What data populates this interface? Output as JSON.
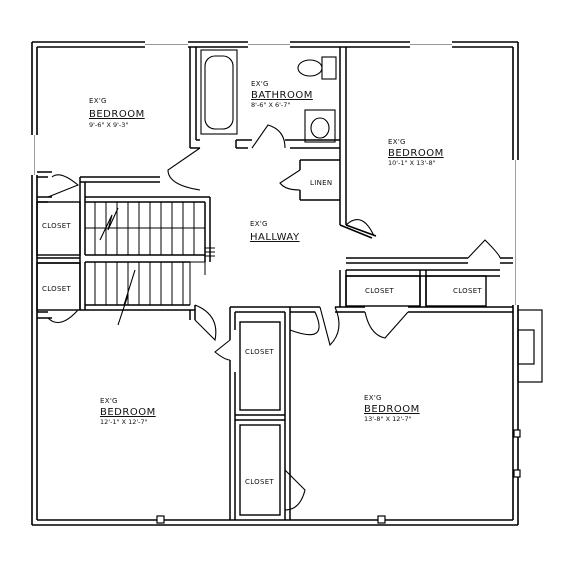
{
  "plan": {
    "rooms": {
      "bedroom_nw": {
        "prefix": "EX'G",
        "name": "BEDROOM",
        "dims": "9'-6\" X 9'-3\""
      },
      "bathroom": {
        "prefix": "EX'G",
        "name": "BATHROOM",
        "dims": "8'-6\" X 6'-7\""
      },
      "bedroom_ne": {
        "prefix": "EX'G",
        "name": "BEDROOM",
        "dims": "10'-1\" X 13'-8\""
      },
      "hallway": {
        "prefix": "EX'G",
        "name": "HALLWAY"
      },
      "bedroom_sw": {
        "prefix": "EX'G",
        "name": "BEDROOM",
        "dims": "12'-1\" X 12'-7\""
      },
      "bedroom_se": {
        "prefix": "EX'G",
        "name": "BEDROOM",
        "dims": "13'-8\" X 12'-7\""
      }
    },
    "closets": {
      "left_upper": "CLOSET",
      "left_lower": "CLOSET",
      "center_upper": "CLOSET",
      "center_lower": "CLOSET",
      "right_a": "CLOSET",
      "right_b": "CLOSET"
    },
    "linen": "LINEN"
  }
}
